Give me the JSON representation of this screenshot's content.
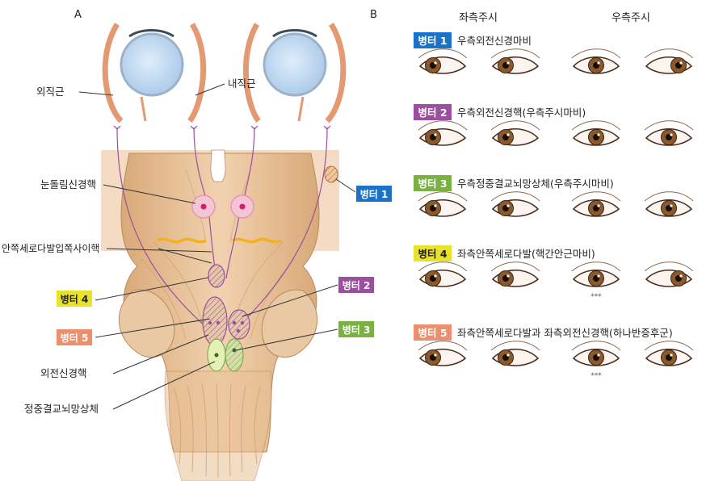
{
  "panelA": {
    "letter": "A",
    "labels": {
      "lateral_rectus": "외직근",
      "medial_rectus": "내직근",
      "oculomotor_nucleus": "눈돌림신경핵",
      "mlf": "안쪽세로다발입쪽사이핵",
      "abducens_nucleus": "외전신경핵",
      "pprf": "정중결교뇌망상체"
    },
    "lesions": [
      {
        "key": "l1",
        "label": "병터 1",
        "color": "#1a73c9"
      },
      {
        "key": "l2",
        "label": "병터 2",
        "color": "#9b4f9e"
      },
      {
        "key": "l3",
        "label": "병터 3",
        "color": "#7ab143"
      },
      {
        "key": "l4",
        "label": "병터 4",
        "color": "#e8e22a"
      },
      {
        "key": "l5",
        "label": "병터 5",
        "color": "#ec8f6e"
      }
    ]
  },
  "panelB": {
    "letter": "B",
    "col_left": "좌측주시",
    "col_right": "우측주시",
    "rows": [
      {
        "badge": "병터 1",
        "color": "#1a73c9",
        "text": "우측외전신경마비",
        "gaze": [
          [
            -1,
            -1
          ],
          [
            0,
            1
          ]
        ],
        "stars": [
          false,
          false
        ]
      },
      {
        "badge": "병터 2",
        "color": "#9b4f9e",
        "text": "우측외전신경핵(우측주시마비)",
        "gaze": [
          [
            -1,
            -1
          ],
          [
            0,
            0
          ]
        ],
        "stars": [
          false,
          false
        ]
      },
      {
        "badge": "병터 3",
        "color": "#7ab143",
        "text": "우측정중결교뇌망상체(우측주시마비)",
        "gaze": [
          [
            -1,
            -1
          ],
          [
            0,
            0
          ]
        ],
        "stars": [
          false,
          false
        ]
      },
      {
        "badge": "병터 4",
        "color": "#e8e22a",
        "text": "좌측안쪽세로다발(핵간안근마비)",
        "gaze": [
          [
            -1,
            -1
          ],
          [
            0,
            1
          ]
        ],
        "stars": [
          false,
          true
        ]
      },
      {
        "badge": "병터 5",
        "color": "#ec8f6e",
        "text": "좌측안쪽세로다발과 좌측외전신경핵(하나반증후군)",
        "gaze": [
          [
            -1,
            -1
          ],
          [
            0,
            0
          ]
        ],
        "stars": [
          false,
          true
        ]
      }
    ],
    "star_mark": "***"
  }
}
